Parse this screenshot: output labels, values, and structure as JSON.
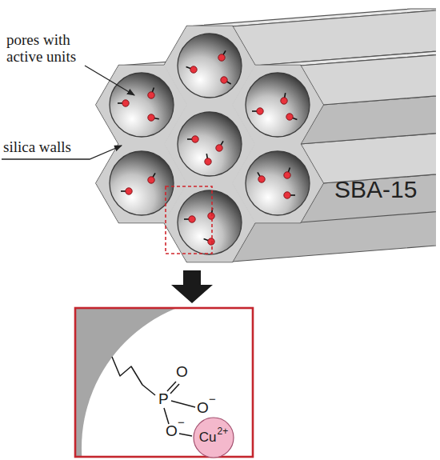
{
  "diagram": {
    "nodes": [
      {
        "text": [
          "Cu",
          "2+"
        ]
      }
    ],
    "labels": [
      "pores with active units",
      "silica walls",
      "SBA-15",
      "O",
      "P",
      "O",
      "−",
      "O",
      "−"
    ]
  }
}
